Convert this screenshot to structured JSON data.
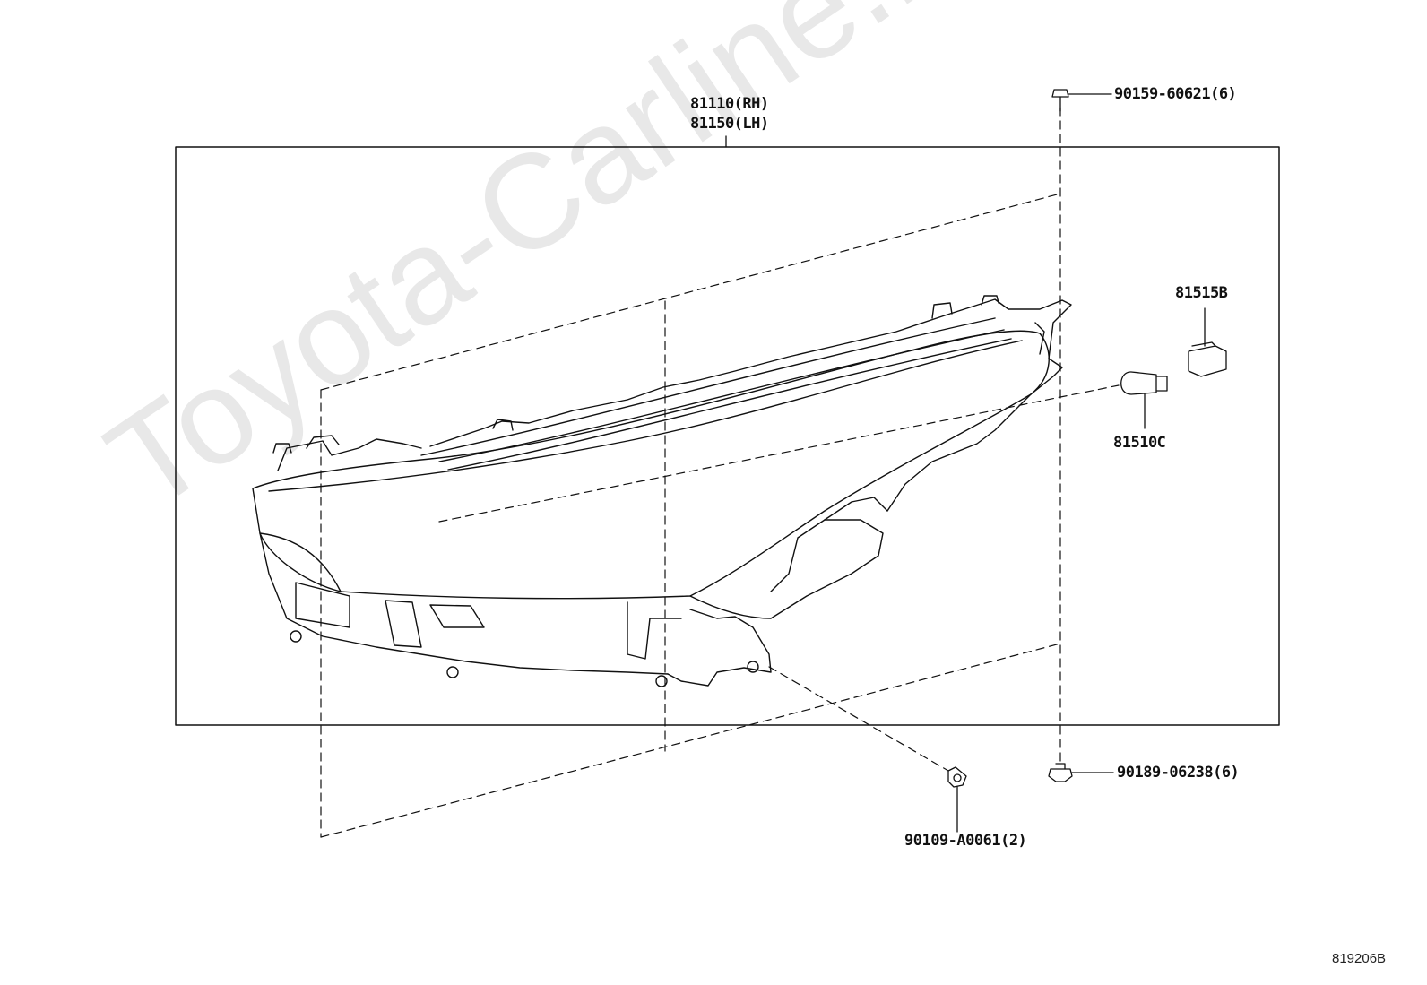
{
  "watermark": "Toyota-Carline.ru",
  "diagram_code": "819206B",
  "parts": {
    "headlamp_rh": "81110(RH)",
    "headlamp_lh": "81150(LH)",
    "screw_top": "90159-60621(6)",
    "socket": "81515B",
    "bulb": "81510C",
    "screw_bottom": "90189-06238(6)",
    "bolt": "90109-A0061(2)"
  }
}
